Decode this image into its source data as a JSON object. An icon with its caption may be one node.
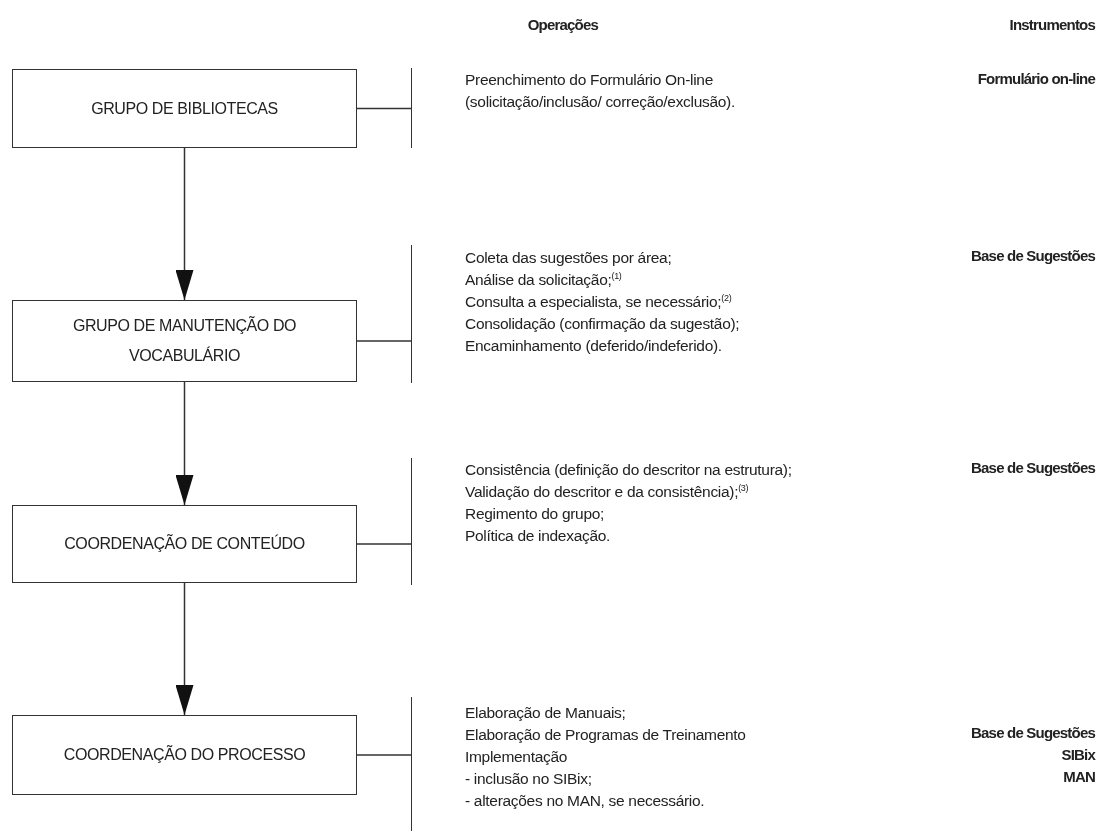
{
  "diagram": {
    "nodes": [
      {
        "text": [
          "GRUPO DE BIBLIOTECAS"
        ]
      },
      {
        "text": [
          "GRUPO DE MANUTENÇÃO DO VOCABULÁRIO"
        ]
      },
      {
        "text": [
          "COORDENAÇÃO DE CONTEÚDO"
        ]
      },
      {
        "text": [
          "COORDENAÇÃO DO PROCESSO"
        ]
      },
      {
        "text": [
          "Preenchimento do Formulário On-line (solicitação/inclusão/ correção/exclusão)."
        ]
      },
      {
        "text": [
          "Coleta das sugestões por área;",
          "Análise da solicitação;$^{(1)}$",
          "Consulta a especialista, se necessário;$^{(2)}$",
          "Consolidação (confirmação da sugestão);",
          "Encaminhamento (deferido/indeferido)."
        ]
      },
      {
        "text": [
          "Consistência (definição do descritor na estrutura);",
          "Validação do descritor e da consistência);$^{(3)}$",
          "Regimento do grupo;",
          "Política de indexação."
        ]
      },
      {
        "text": [
          "Elaboração de Manuais;",
          "Elaboração de Programas de Treinamento",
          "Implementação",
          "- inclusão no SIBix;",
          "- alterações no MAN, se necessário."
        ]
      }
    ],
    "edges": [
      {
        "from": 0,
        "to": 1,
        "arrow": "to"
      },
      {
        "from": 1,
        "to": 2,
        "arrow": "to"
      },
      {
        "from": 2,
        "to": 3,
        "arrow": "to"
      },
      {
        "from": 0,
        "to": 4,
        "arrow": "none"
      },
      {
        "from": 1,
        "to": 5,
        "arrow": "none"
      },
      {
        "from": 2,
        "to": 6,
        "arrow": "none"
      },
      {
        "from": 3,
        "to": 7,
        "arrow": "none"
      }
    ],
    "labels": [
      "Operações",
      "Instrumentos",
      "Formulário on-line",
      "Base de Sugestões",
      "Base de Sugestões",
      "Base de Sugestões",
      "SIBix",
      "MAN"
    ]
  }
}
